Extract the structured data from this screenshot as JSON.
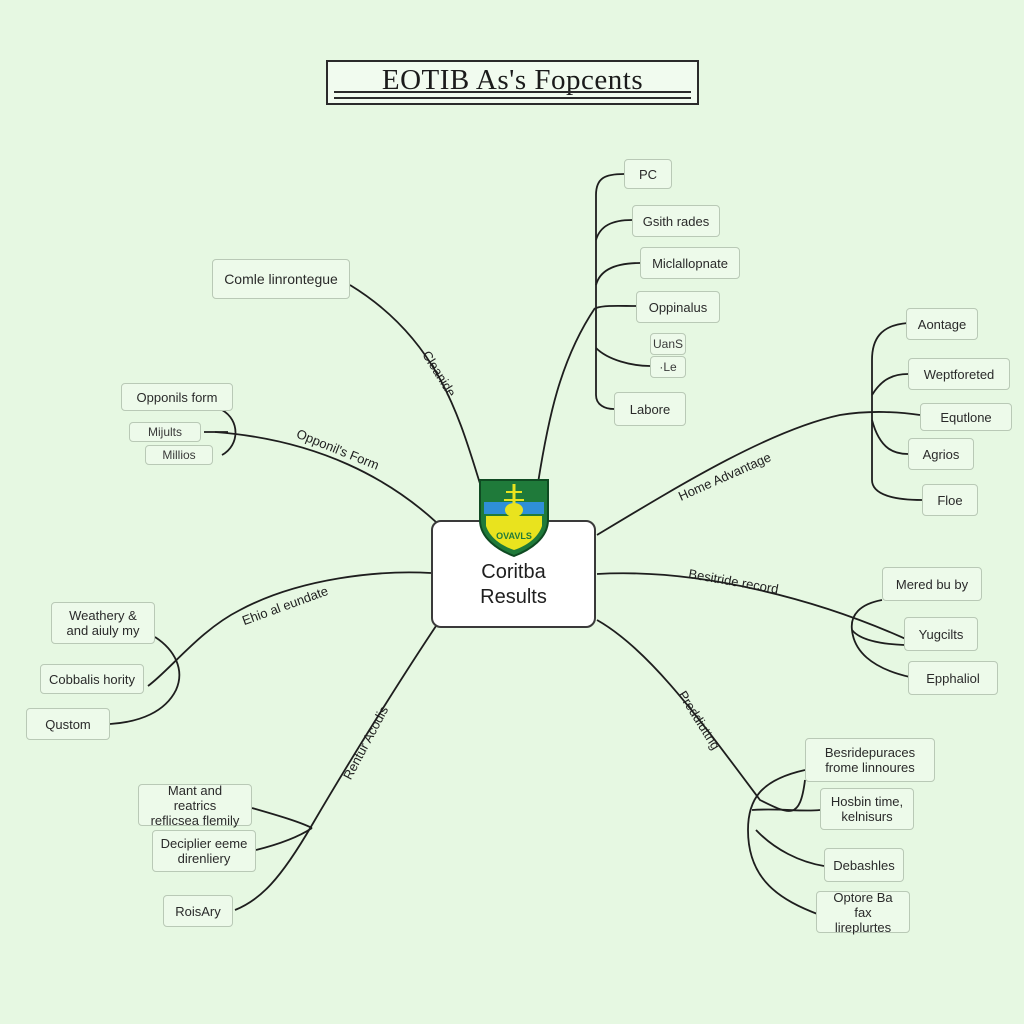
{
  "title": "EOTIB As's Fopcents",
  "center": {
    "line1": "Coritba",
    "line2": "Results"
  },
  "crest": {
    "text": "OVAVLS",
    "colors": {
      "green": "#1f7a3a",
      "blue": "#2f8fd8",
      "yellow": "#e9e31e"
    }
  },
  "branches": {
    "top": {
      "label": "Cleanide"
    },
    "top_left": {
      "label": "Opponil's Form"
    },
    "left": {
      "label": "Ehio al eundate"
    },
    "bottom_left": {
      "label": "Rentur Acodis"
    },
    "home": {
      "label": "Home Advantage"
    },
    "beside": {
      "label": "Besitride record"
    },
    "predict": {
      "label": "Preddiuttng"
    }
  },
  "nodes": {
    "comle": "Comle linrontegue",
    "opponils_form": "Opponils form",
    "mijults": "Mijults",
    "millios": "Millios",
    "weathery": "Weathery &\nand aiuly my",
    "cobbalis": "Cobbalis hority",
    "qustom": "Qustom",
    "mant": "Mant and reatrics\nreflicsea flemily",
    "deciplier": "Deciplier eeme\ndirenliery",
    "roisary": "RoisAry",
    "pc": "PC",
    "gsith": "Gsith rades",
    "miclallopnate": "Miclallopnate",
    "oppinalus": "Oppinalus",
    "uans": "UanS",
    "le": "·Le",
    "labore": "Labore",
    "aontage": "Aontage",
    "weptforeted": "Weptforeted",
    "equtlone": "Equtlone",
    "agrios": "Agrios",
    "floe": "Floe",
    "mered": "Mered bu by",
    "yugcilts": "Yugcilts",
    "epphaliol": "Epphaliol",
    "besride": "Besridepuraces\nfrome linnoures",
    "hosbin": "Hosbin time,\nkelnisurs",
    "debashles": "Debashles",
    "optore": "Optore Ba fax\nlireplurtes"
  }
}
